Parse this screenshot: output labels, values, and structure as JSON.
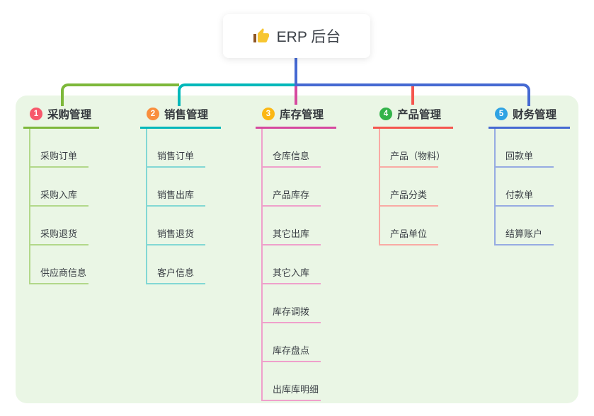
{
  "root": {
    "label": "ERP 后台",
    "icon": "thumbs-up"
  },
  "colors": {
    "page_background": "#ffffff",
    "panel_background": "#eaf6e5",
    "root_line": "#4569d2",
    "text_dark": "#34383d"
  },
  "branches": [
    {
      "num": "1",
      "label": "采购管理",
      "badge_color": "#f7586b",
      "line_color": "#7db83a",
      "light_color": "#b2d88a",
      "children": [
        "采购订单",
        "采购入库",
        "采购退货",
        "供应商信息"
      ]
    },
    {
      "num": "2",
      "label": "销售管理",
      "badge_color": "#f98e3d",
      "line_color": "#00b8ba",
      "light_color": "#82d8d4",
      "children": [
        "销售订单",
        "销售出库",
        "销售退货",
        "客户信息"
      ]
    },
    {
      "num": "3",
      "label": "库存管理",
      "badge_color": "#fbb713",
      "line_color": "#d6499f",
      "light_color": "#efa0cb",
      "children": [
        "仓库信息",
        "产品库存",
        "其它出库",
        "其它入库",
        "库存调拨",
        "库存盘点",
        "出库库明细"
      ]
    },
    {
      "num": "4",
      "label": "产品管理",
      "badge_color": "#33b34a",
      "line_color": "#f5564e",
      "light_color": "#f9aaa4",
      "children": [
        "产品（物料）",
        "产品分类",
        "产品单位"
      ]
    },
    {
      "num": "5",
      "label": "财务管理",
      "badge_color": "#2fa3e3",
      "line_color": "#4569d2",
      "light_color": "#96abe2",
      "children": [
        "回款单",
        "付款单",
        "结算账户"
      ]
    }
  ]
}
